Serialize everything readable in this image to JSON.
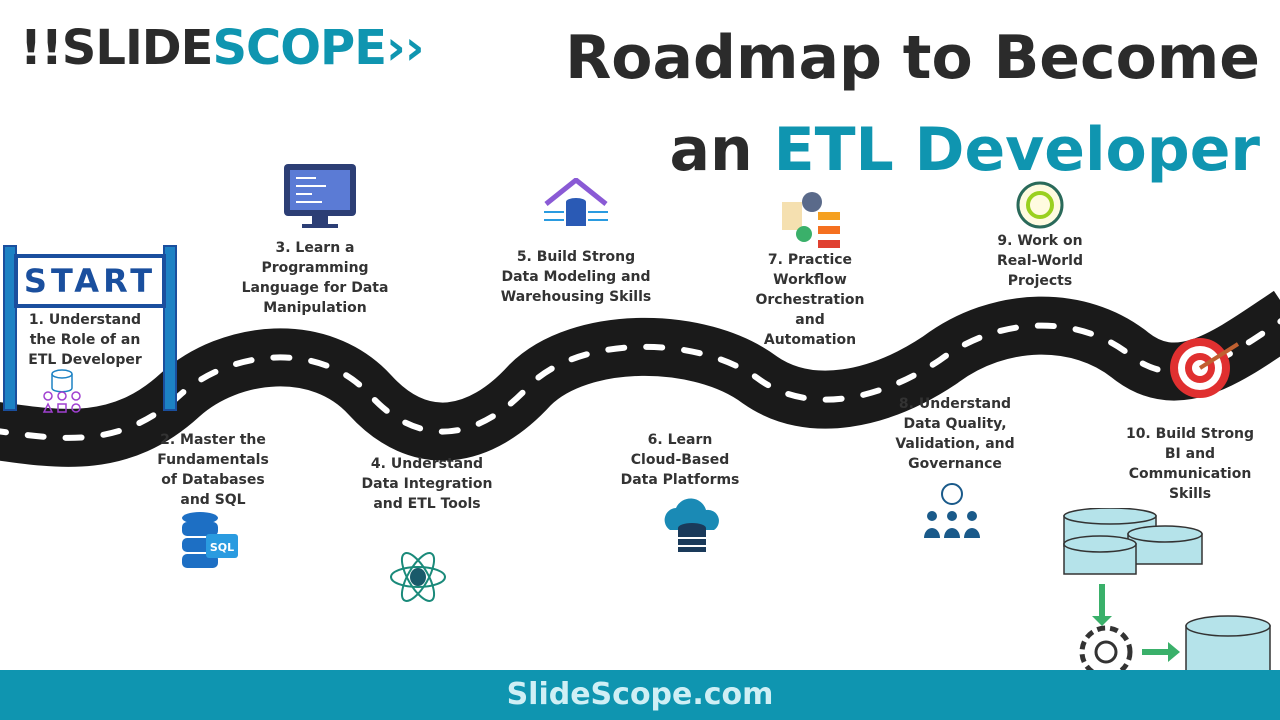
{
  "logo": {
    "prefix": "!!SLIDE",
    "accent": "SCOPE",
    "suffix": "››"
  },
  "title": {
    "line1": "Roadmap to Become",
    "line2_plain": "an ",
    "line2_accent": "ETL Developer"
  },
  "start_sign": "START",
  "steps": [
    {
      "label": "1. Understand the Role of an ETL Developer",
      "icon": "database-flowchart-icon"
    },
    {
      "label": "2. Master the Fundamentals of Databases and SQL",
      "icon": "sql-database-icon"
    },
    {
      "label": "3. Learn a Programming Language for Data Manipulation",
      "icon": "code-monitor-icon"
    },
    {
      "label": "4. Understand Data Integration and ETL Tools",
      "icon": "data-atom-icon"
    },
    {
      "label": "5. Build Strong Data Modeling and Warehousing Skills",
      "icon": "data-warehouse-icon"
    },
    {
      "label": "6. Learn Cloud-Based Data Platforms",
      "icon": "cloud-database-icon"
    },
    {
      "label": "7. Practice Workflow Orchestration and Automation",
      "icon": "workflow-icon"
    },
    {
      "label": "8. Understand Data Quality, Validation, and Governance",
      "icon": "governance-team-icon"
    },
    {
      "label": "9. Work on Real-World Projects",
      "icon": "project-cycle-icon"
    },
    {
      "label": "10. Build Strong BI and Communication Skills",
      "icon": "target-icon"
    }
  ],
  "footer": "SlideScope.com",
  "colors": {
    "accent": "#0f95b0",
    "dark": "#2b2b2b",
    "road": "#1a1a1a"
  }
}
